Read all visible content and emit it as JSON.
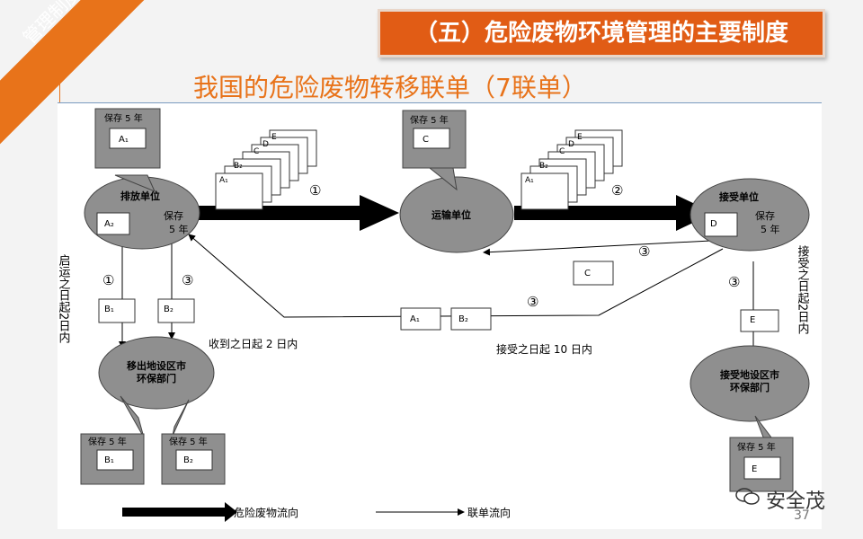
{
  "corner_label": "管理制度",
  "header_title": "（五）危险废物环境管理的主要制度",
  "subtitle": "我国的危险废物转移联单（7联单）",
  "nodes": {
    "generator": "排放单位",
    "transporter": "运输单位",
    "receiver": "接受单位",
    "origin_epb": "移出地设区市环保部门",
    "dest_epb": "接受地设区市环保部门"
  },
  "keep_5_years": "保存 5 年",
  "keep_label_short": "保存",
  "five_years": "5 年",
  "forms": {
    "A1": "A₁",
    "A2": "A₂",
    "B1": "B₁",
    "B2": "B₂",
    "C": "C",
    "D": "D",
    "E": "E"
  },
  "step_numbers": {
    "one": "①",
    "two": "②",
    "three": "③"
  },
  "notes": {
    "within2days_received": "收到之日起 2 日内",
    "within10days_accept": "接受之日起 10 日内",
    "within2days_dispatch": "启运之日起2日内",
    "within2days_accept": "接受之日起2日内"
  },
  "legend": {
    "waste_flow": "危险废物流向",
    "manifest_flow": "联单流向"
  },
  "watermark": "安全茂",
  "page_number": "37"
}
